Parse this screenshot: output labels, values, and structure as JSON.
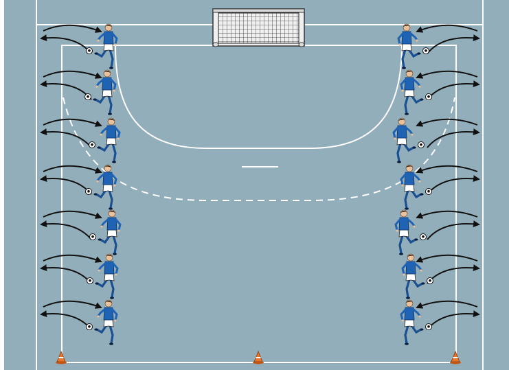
{
  "diagram": {
    "type": "handball-training-drill",
    "court_color": "#93aebb",
    "line_color": "#ffffff",
    "player_shirt_color": "#1f63b4",
    "player_shorts_color": "#ffffff",
    "arrow_color": "#111111",
    "cone_color": "#e8742a",
    "players_per_side": 7,
    "cones": 3,
    "goal": "top-center"
  }
}
